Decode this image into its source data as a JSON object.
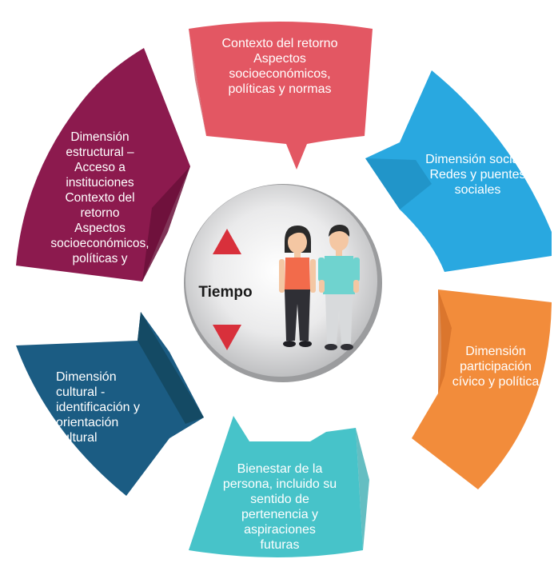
{
  "diagram": {
    "center_label": "Tiempo",
    "segments": [
      {
        "key": "top",
        "text": "Contexto del retorno\nAspectos\nsocioeconómicos,\npolíticas y normas",
        "color": "#e35763"
      },
      {
        "key": "right_top",
        "text": "Dimensión social -\nRedes y puentes\nsociales",
        "color": "#29a8e0"
      },
      {
        "key": "right_bottom",
        "text": "Dimensión\nparticipación\ncívico y política",
        "color": "#f28c3b"
      },
      {
        "key": "bottom",
        "text": "Bienestar de la\npersona, incluido su\nsentido de\npertenencia y\naspiraciones\nfuturas",
        "color": "#47c3c9"
      },
      {
        "key": "left_bottom",
        "text": "Dimensión\ncultural -\nidentificación y\norientación\ncultural",
        "color": "#1b5c83"
      },
      {
        "key": "left_top",
        "text": "Dimensión\nestructural –\nAcceso a\ninstituciones\nContexto del\nretorno\nAspectos\nsocioeconómicos,\npolíticas y",
        "color": "#8c1a4e"
      }
    ],
    "colors": {
      "arrow": "#d8303b",
      "woman_top": "#f26b4b",
      "woman_pants": "#2f2f35",
      "man_top": "#6fd3cf",
      "man_pants": "#d8dadc",
      "hair": "#2a2a2a",
      "skin": "#f4c7a3"
    },
    "icons": [
      "arrow-up-icon",
      "arrow-down-icon",
      "woman-icon",
      "man-icon"
    ]
  }
}
